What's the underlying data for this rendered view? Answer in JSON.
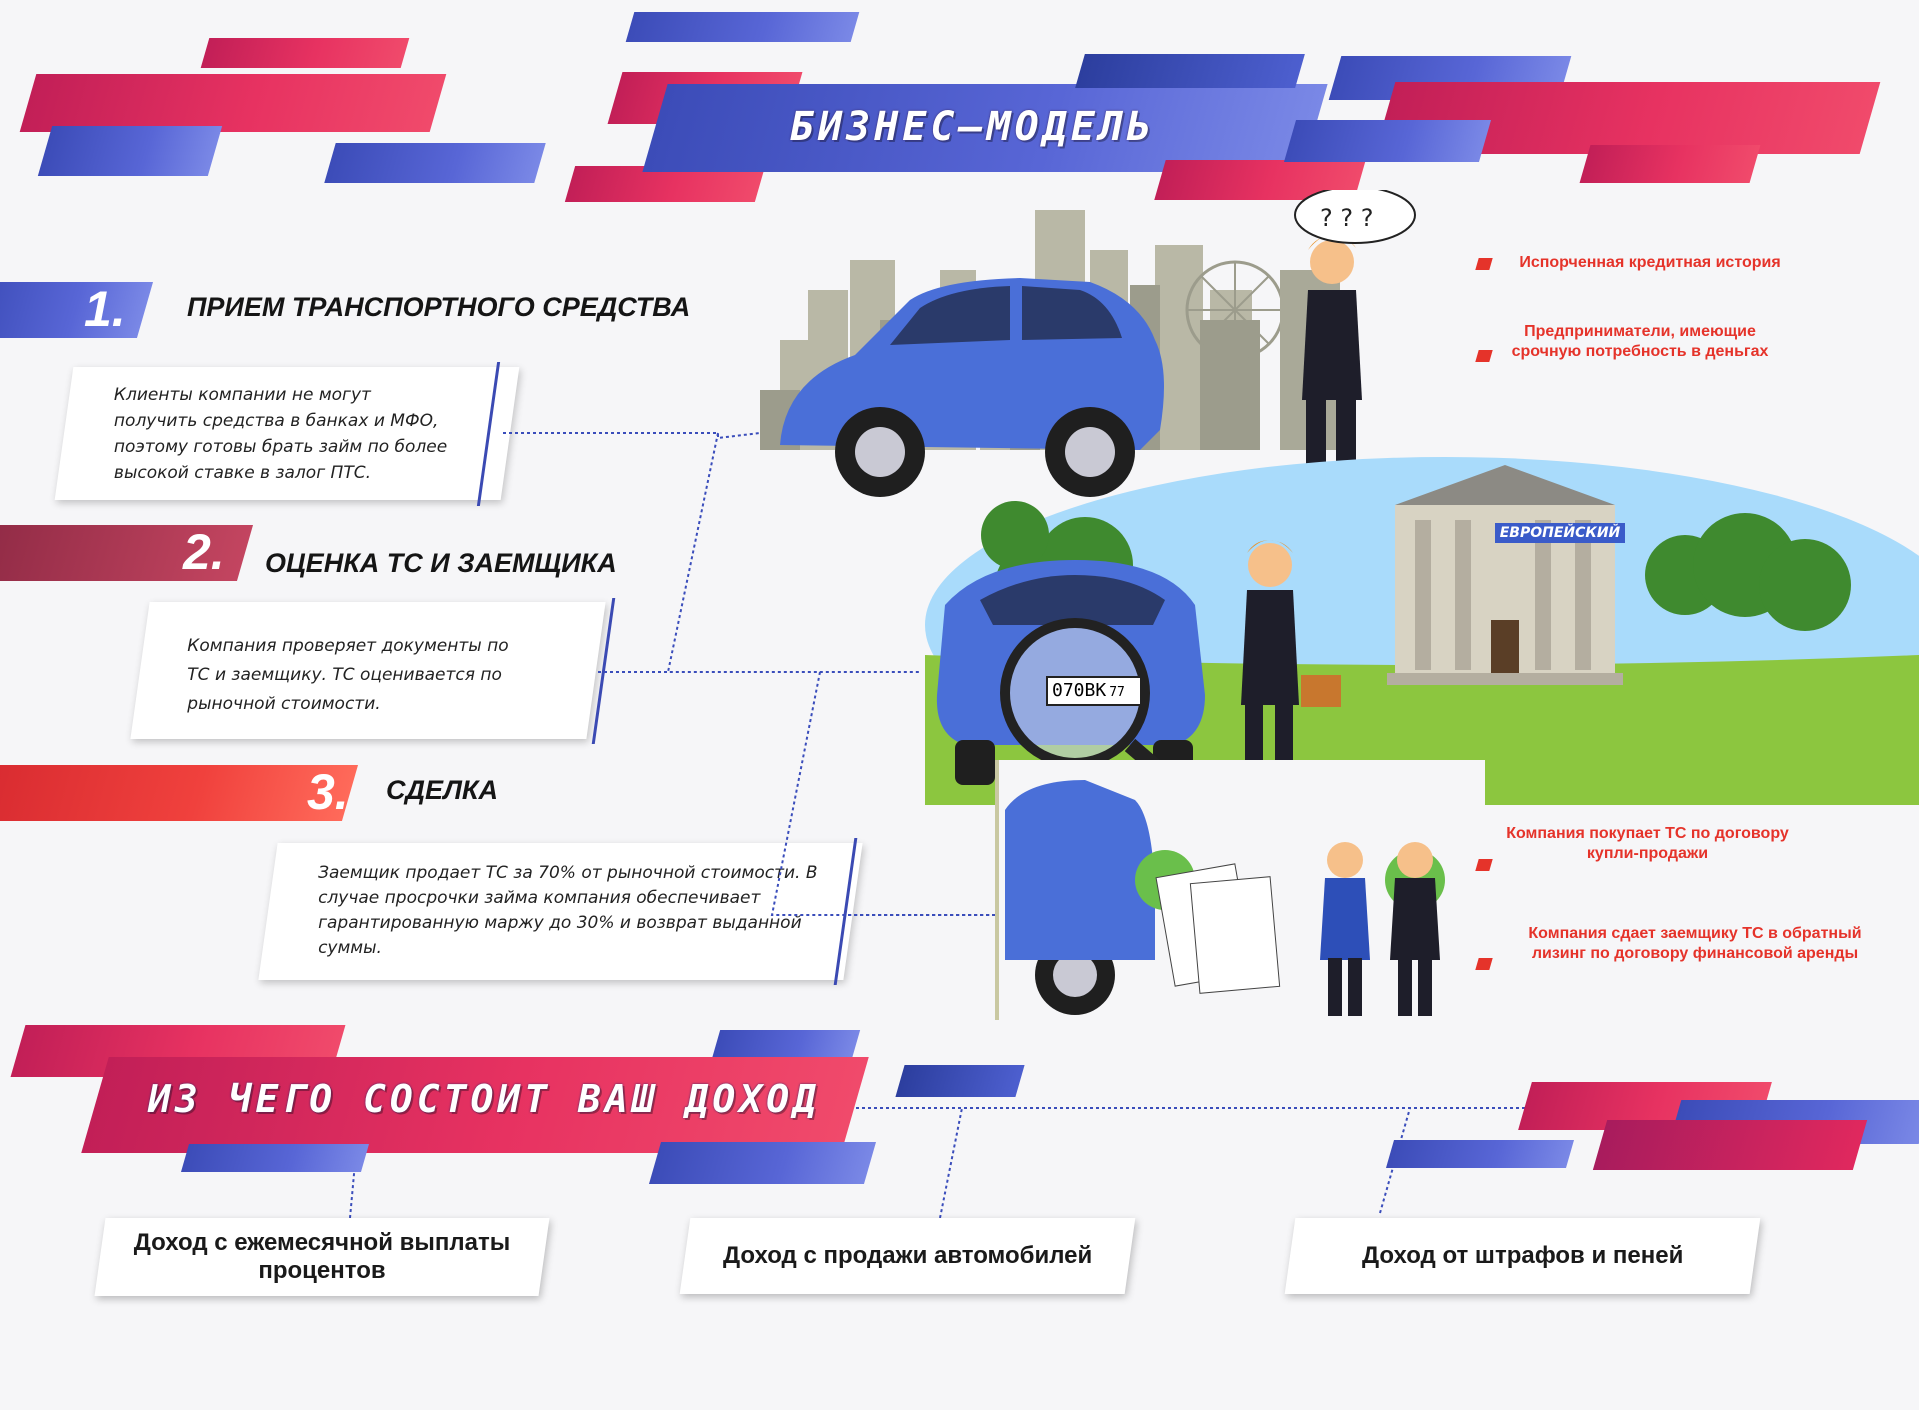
{
  "title": "БИЗНЕС–МОДЕЛЬ",
  "steps": [
    {
      "number": "1.",
      "title": "ПРИЕМ ТРАНСПОРТНОГО СРЕДСТВА",
      "text": "Клиенты компании не могут получить средства в банках и МФО, поэтому готовы брать займ по более высокой ставке в залог ПТС."
    },
    {
      "number": "2.",
      "title": "ОЦЕНКА ТС И ЗАЕМЩИКА",
      "text": "Компания проверяет документы по ТС и заемщику. ТС оценивается по рыночной стоимости."
    },
    {
      "number": "3.",
      "title": "СДЕЛКА",
      "text": "Заемщик продает ТС за 70% от рыночной стоимости. В случае просрочки займа компания обеспечивает гарантированную маржу до 30% и возврат выданной суммы."
    }
  ],
  "notes": {
    "n1": "Испорченная кредитная история",
    "n2": "Предприниматели, имеющие срочную потребность в деньгах",
    "n3": "Компания покупает ТС по договору купли-продажи",
    "n4": "Компания сдает заемщику ТС в обратный лизинг по договору финансовой аренды"
  },
  "bank_sign": "ЕВРОПЕЙСКИЙ",
  "plate": {
    "number": "070ВК",
    "region": "77"
  },
  "income": {
    "title": "ИЗ ЧЕГО СОСТОИТ ВАШ ДОХОД",
    "items": [
      "Доход с ежемесячной выплаты процентов",
      "Доход с продажи автомобилей",
      "Доход от штрафов и пеней"
    ]
  },
  "colors": {
    "pink": "#e73261",
    "blue": "#4d5fcf",
    "red": "#e5332a",
    "maroon": "#a8384f",
    "car": "#4a6fd8"
  }
}
